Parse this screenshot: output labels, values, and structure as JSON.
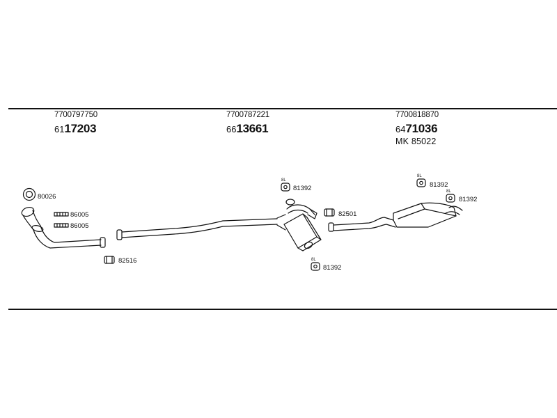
{
  "assemblies": [
    {
      "oe_number": "7700797750",
      "ref_prefix": "61",
      "ref_main": "17203",
      "kit": ""
    },
    {
      "oe_number": "7700787221",
      "ref_prefix": "66",
      "ref_main": "13661",
      "kit": ""
    },
    {
      "oe_number": "7700818870",
      "ref_prefix": "64",
      "ref_main": "71036",
      "kit": "MK  85022"
    }
  ],
  "parts": {
    "ring": "80026",
    "bolt_a": "86005",
    "bolt_b": "86005",
    "clamp_front": "82516",
    "hanger_mid_top": "81392",
    "clamp_mid": "82501",
    "hanger_mid_bottom": "81392",
    "hanger_rear_top": "81392",
    "hanger_rear_right": "81392"
  },
  "hanger_tag": "8L"
}
